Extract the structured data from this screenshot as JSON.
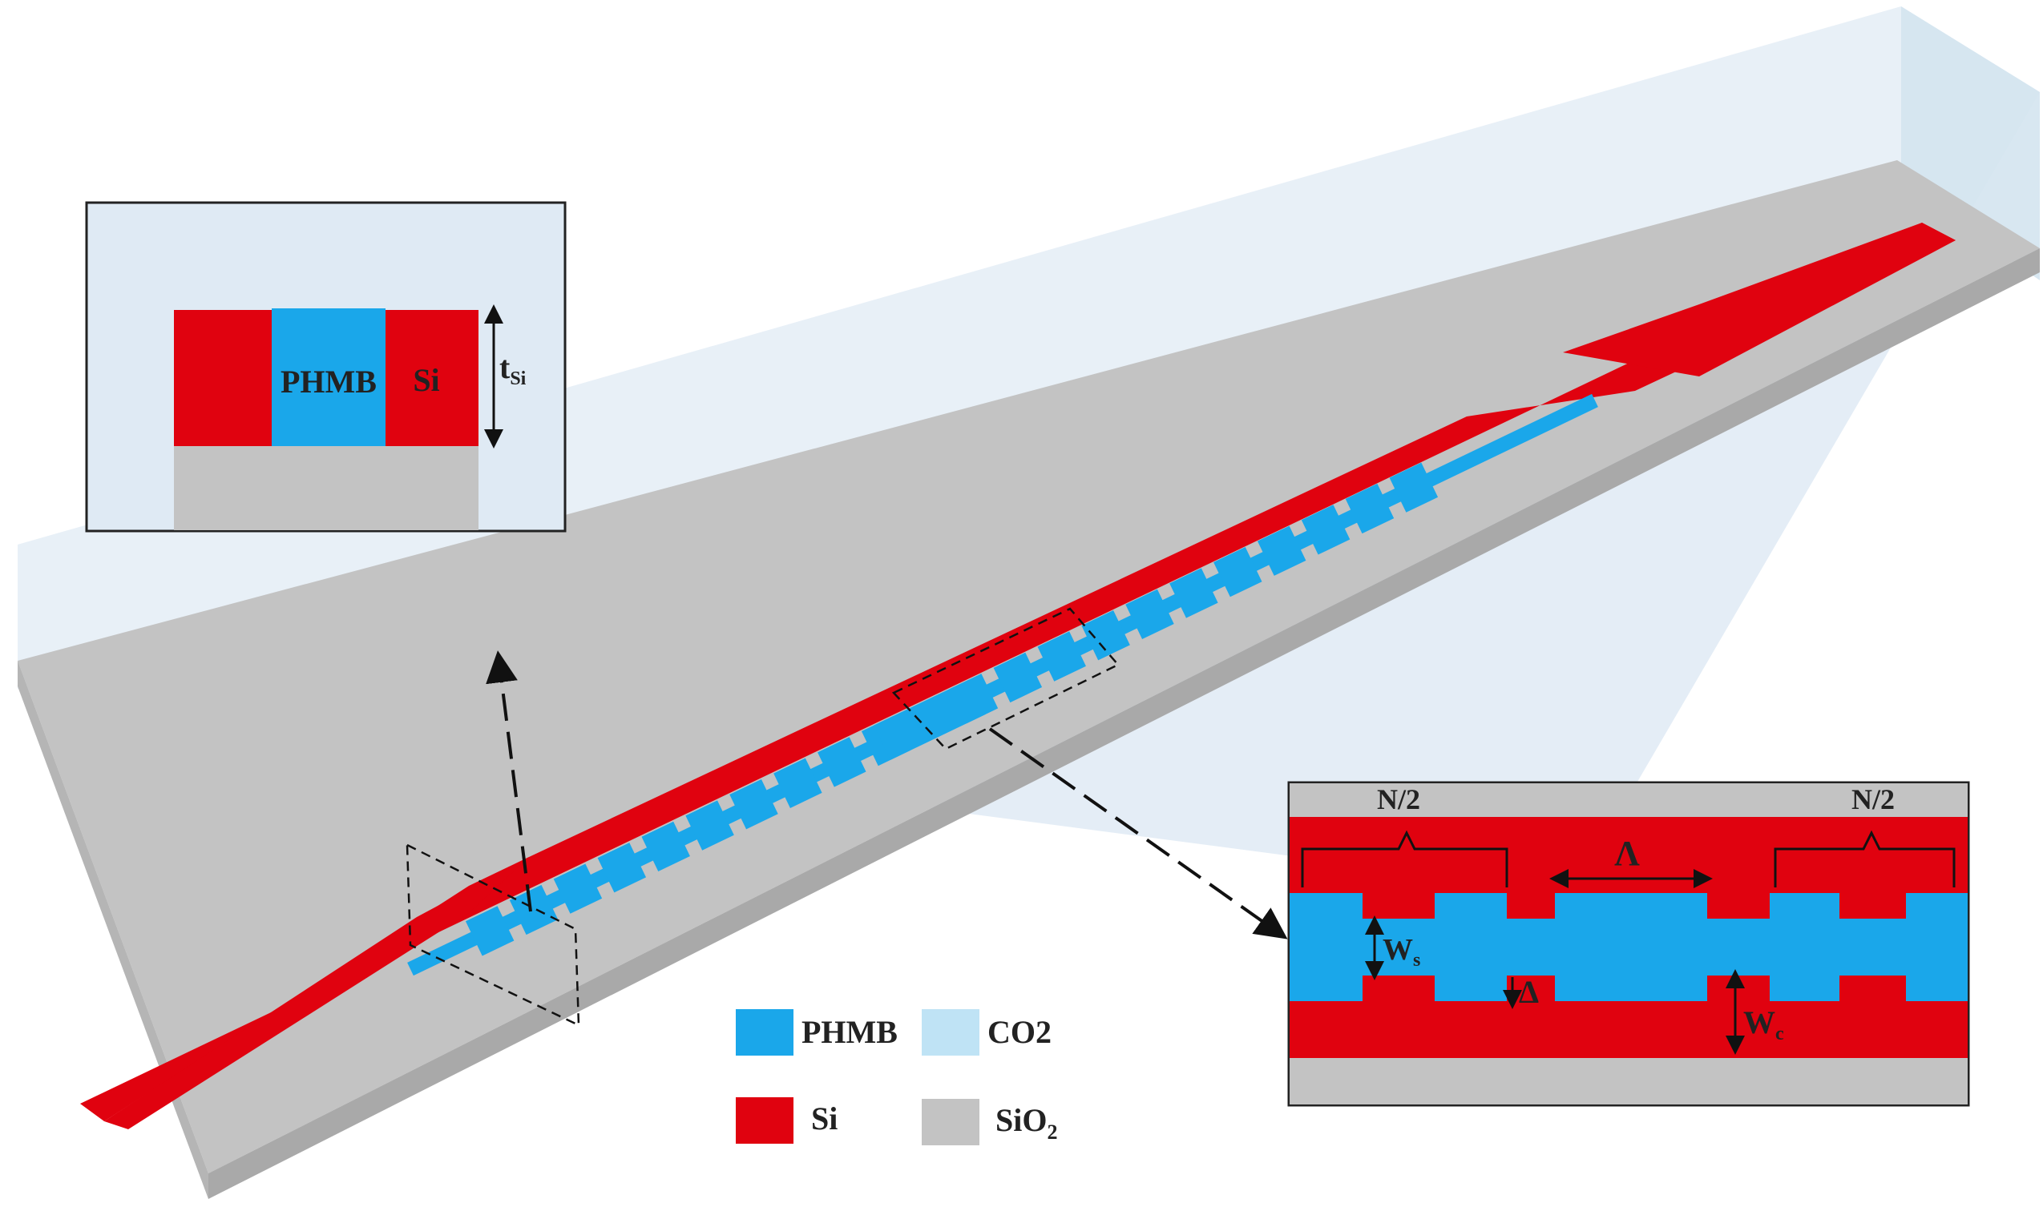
{
  "colors": {
    "si": "#e0020f",
    "phmb": "#1aa7ea",
    "co2": "#bfe3f5",
    "sio2": "#c3c3c3",
    "cladding": "#dfeaf4",
    "substrate_side": "#a9a9a9",
    "line": "#111111"
  },
  "inset_cross_section": {
    "phmb_label": "PHMB",
    "si_label": "Si",
    "thickness_label": "t",
    "thickness_sub": "Si"
  },
  "inset_top_view": {
    "n_half_left": "N/2",
    "n_half_right": "N/2",
    "period_label": "Λ",
    "ws_label": "W",
    "ws_sub": "s",
    "delta_label": "Δ",
    "wc_label": "W",
    "wc_sub": "c"
  },
  "legend": {
    "items": [
      {
        "label": "PHMB",
        "sub": "",
        "color": "#1aa7ea"
      },
      {
        "label": "CO2",
        "sub": "",
        "color": "#bfe3f5"
      },
      {
        "label": "Si",
        "sub": "",
        "color": "#e0020f"
      },
      {
        "label": "SiO",
        "sub": "2",
        "color": "#c3c3c3"
      }
    ]
  }
}
